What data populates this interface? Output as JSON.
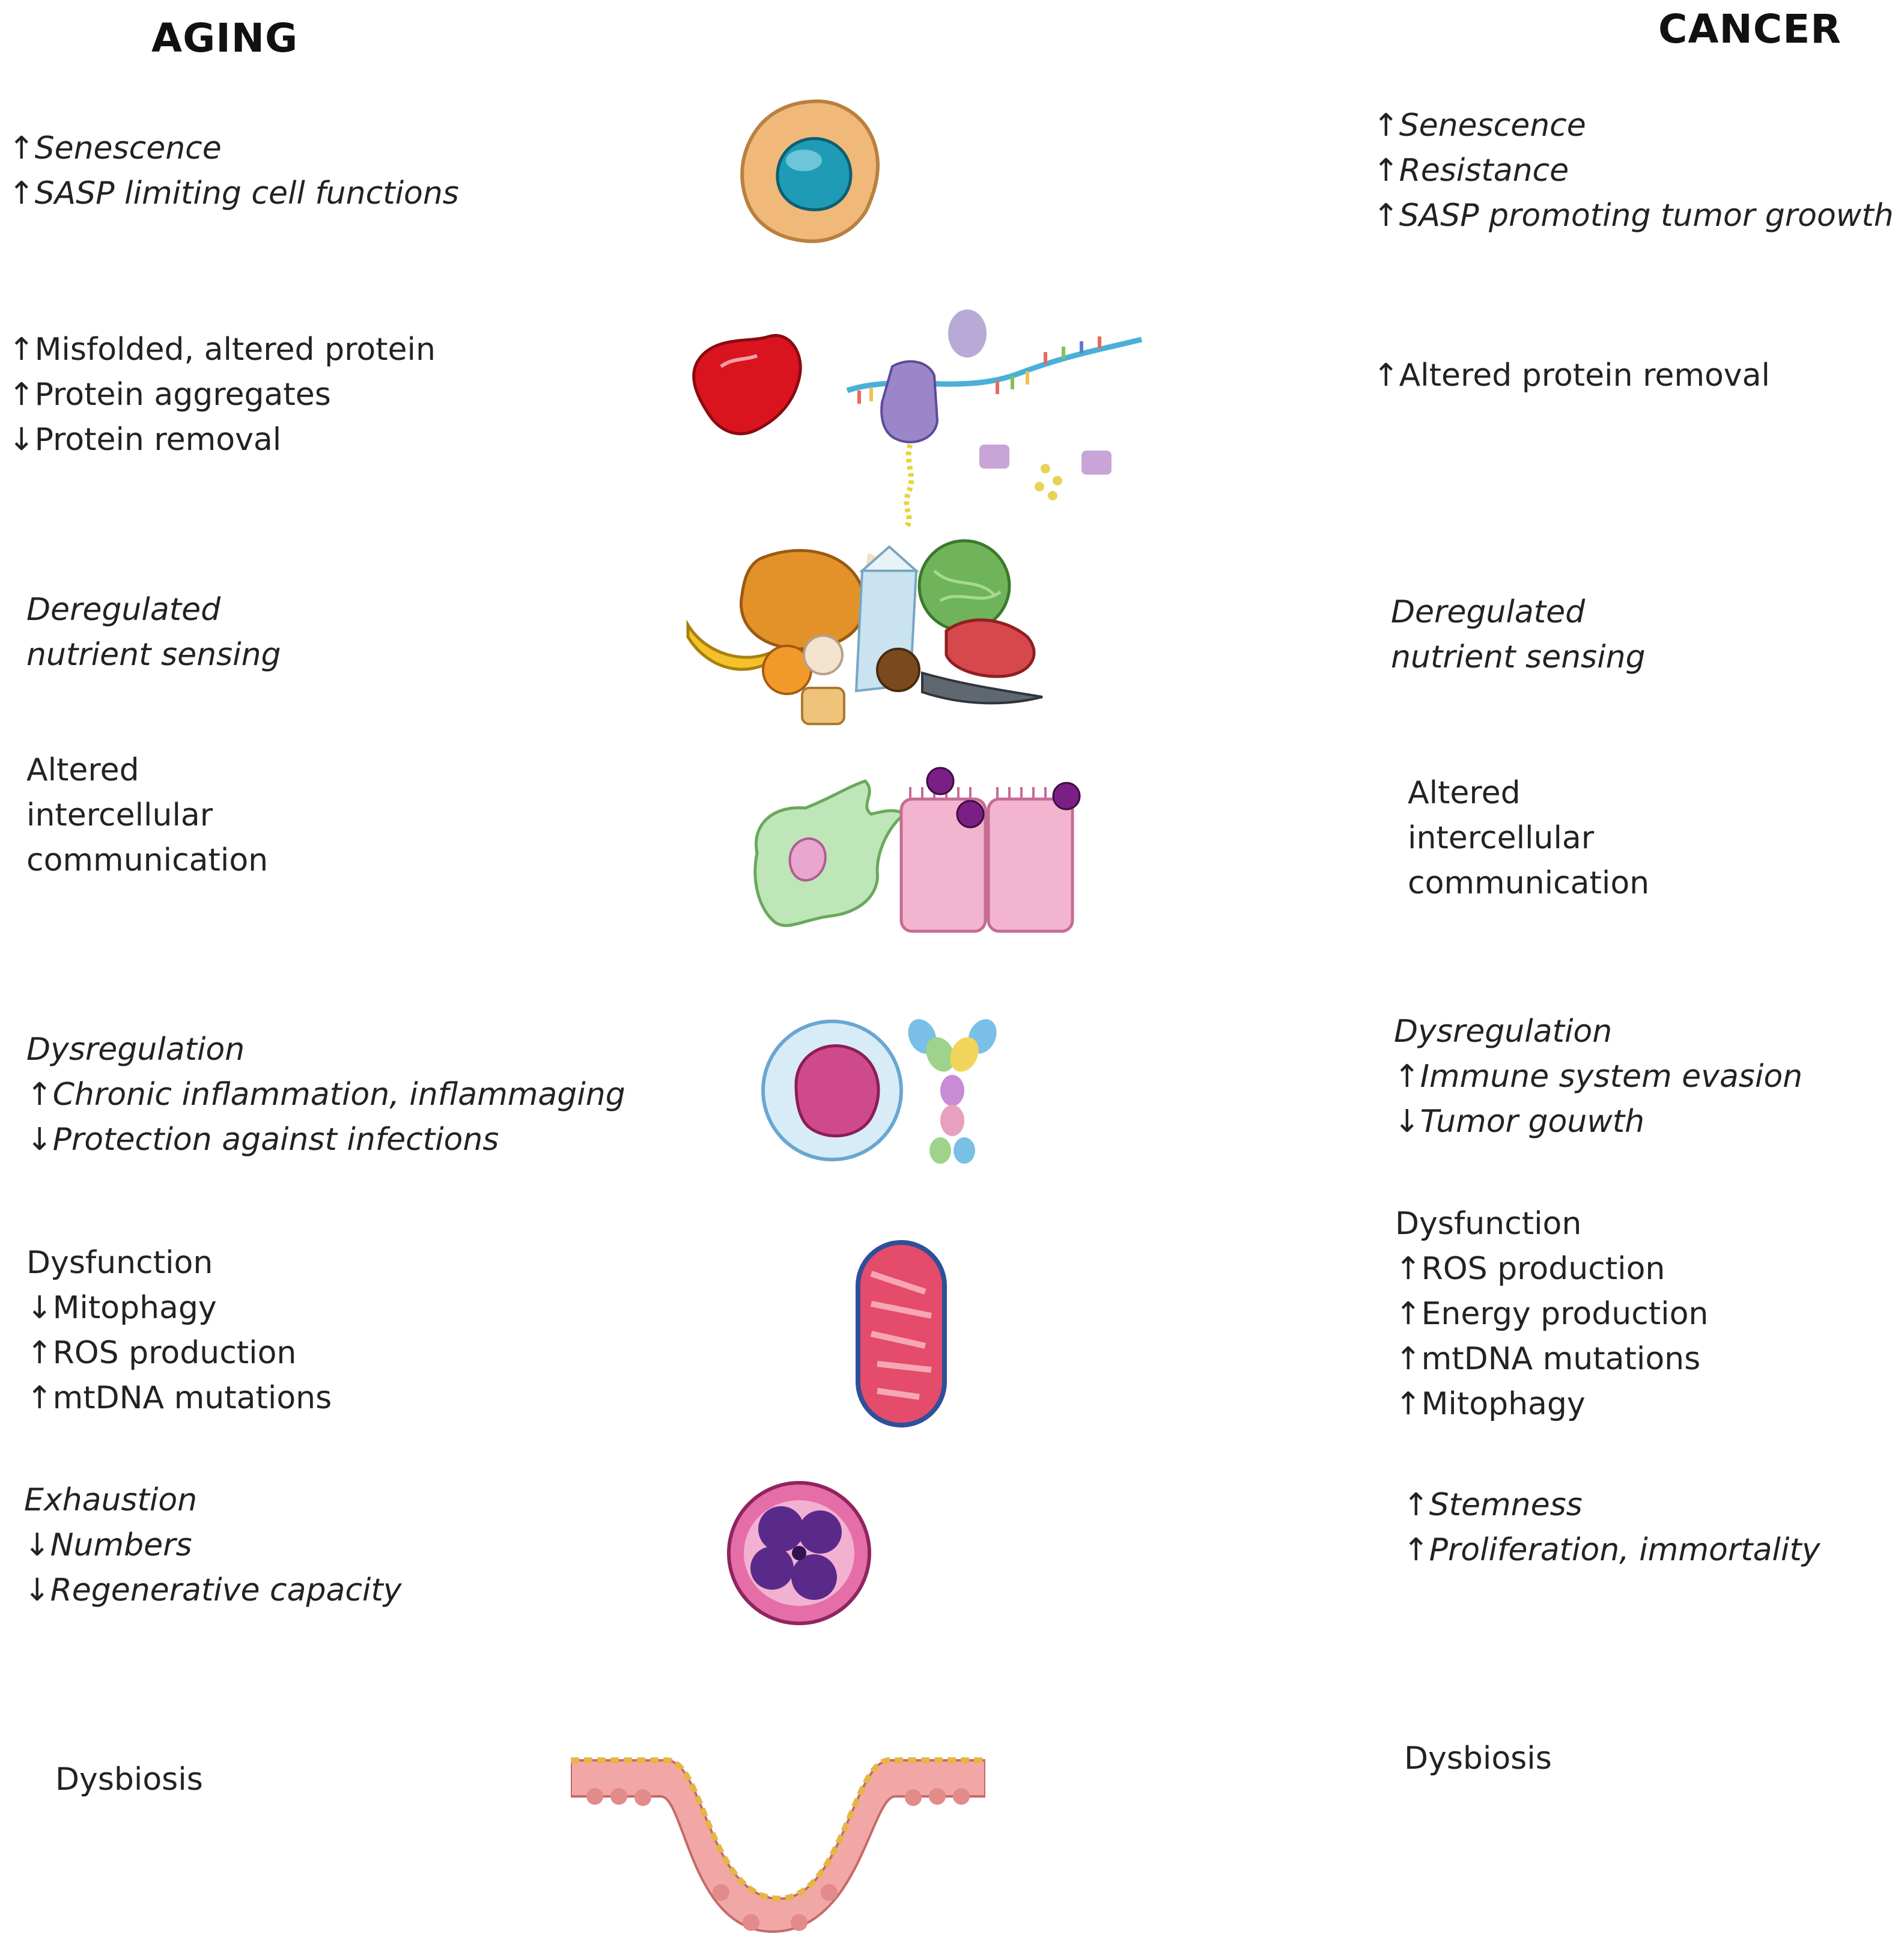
{
  "headers": {
    "aging": "AGING",
    "cancer": "CANCER"
  },
  "rows": [
    {
      "aging": [
        "↑Senescence",
        "↑SASP limiting cell functions"
      ],
      "aging_italic": true,
      "cancer": [
        "↑Senescence",
        "↑Resistance",
        "↑SASP promoting tumor groowth"
      ],
      "cancer_italic": true
    },
    {
      "aging": [
        "↑Misfolded, altered protein",
        "↑Protein aggregates",
        "↓Protein removal"
      ],
      "aging_italic": false,
      "cancer": [
        "↑Altered protein removal"
      ],
      "cancer_italic": false
    },
    {
      "aging": [
        "Deregulated",
        "nutrient sensing"
      ],
      "aging_italic": true,
      "cancer": [
        "Deregulated",
        "nutrient sensing"
      ],
      "cancer_italic": true
    },
    {
      "aging": [
        "Altered",
        "intercellular",
        "communication"
      ],
      "aging_italic": false,
      "cancer": [
        "Altered",
        "intercellular",
        "communication"
      ],
      "cancer_italic": false
    },
    {
      "aging": [
        "Dysregulation",
        "↑Chronic inflammation, inflammaging",
        "↓Protection against infections"
      ],
      "aging_italic": true,
      "cancer": [
        "Dysregulation",
        "↑Immune system evasion",
        "↓Tumor gouwth"
      ],
      "cancer_italic": true
    },
    {
      "aging": [
        "Dysfunction",
        "↓Mitophagy",
        "↑ROS production",
        "↑mtDNA mutations"
      ],
      "aging_italic": false,
      "cancer": [
        "Dysfunction",
        "↑ROS production",
        "↑Energy production",
        "↑mtDNA mutations",
        "↑Mitophagy"
      ],
      "cancer_italic": false
    },
    {
      "aging": [
        "Exhaustion",
        "↓Numbers",
        "↓Regenerative capacity"
      ],
      "aging_italic": true,
      "cancer": [
        "↑Stemness",
        "↑Proliferation, immortality"
      ],
      "cancer_italic": true
    },
    {
      "aging": [
        "Dysbiosis"
      ],
      "aging_italic": false,
      "cancer": [
        "Dysbiosis"
      ],
      "cancer_italic": false
    }
  ],
  "icons": [
    "senescent-cell-icon",
    "protein-ribosome-icon",
    "food-nutrients-icon",
    "cell-communication-icon",
    "immune-cell-antibody-icon",
    "mitochondrion-icon",
    "stem-cell-icon",
    "gut-microbiota-icon"
  ]
}
